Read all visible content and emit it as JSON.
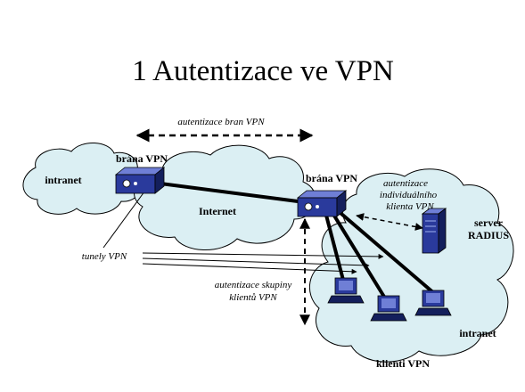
{
  "title": "1 Autentizace ve VPN",
  "labels": {
    "intranet_left": "intranet",
    "gateway_left": "brána VPN",
    "gateway_right": "brána VPN",
    "internet": "Internet",
    "intranet_right": "intranet",
    "server_line1": "server",
    "server_line2": "RADIUS",
    "clients": "klienti VPN",
    "tunnels": "tunely VPN",
    "auth_gateways": "autentizace bran VPN",
    "auth_individual_1": "autentizace",
    "auth_individual_2": "individuálního",
    "auth_individual_3": "klienta VPN",
    "auth_group_1": "autentizace skupiny",
    "auth_group_2": "klientů VPN"
  },
  "icons": {
    "gateway": "vpn-gateway-icon",
    "server": "radius-server-icon",
    "client": "computer-icon",
    "cloud": "cloud-icon"
  },
  "colors": {
    "cloud_fill": "#dbeff3",
    "cloud_stroke": "#000000",
    "device_blue": "#2a3a9c",
    "device_light": "#6f7fd6",
    "device_dark": "#141f5c"
  }
}
